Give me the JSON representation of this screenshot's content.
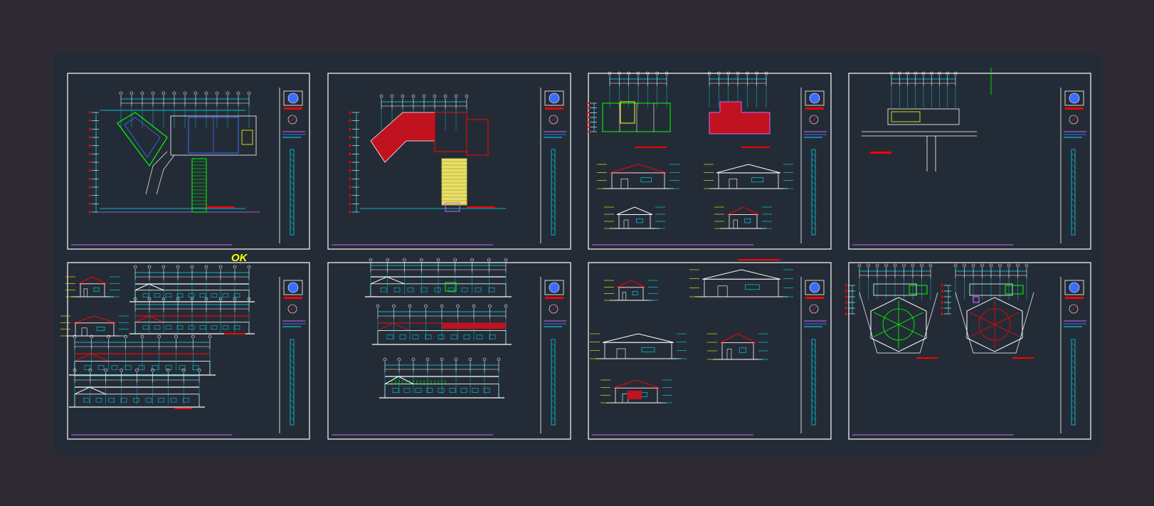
{
  "ok_label": "OK",
  "colors": {
    "outer_bg": "#2e2a33",
    "model_bg": "#232c36",
    "sheet_border": "#ffffff",
    "cyan": "#00e5ff",
    "yellow": "#ffff00",
    "red": "#ff0000",
    "green": "#00ff00",
    "magenta": "#cc66ff",
    "blue": "#3a6cff",
    "white": "#ffffff"
  },
  "sheets": [
    {
      "id": "sheet-1",
      "content": "site-plan"
    },
    {
      "id": "sheet-2",
      "content": "roof-plan"
    },
    {
      "id": "sheet-3",
      "content": "plans-and-sections"
    },
    {
      "id": "sheet-4",
      "content": "location-plan"
    },
    {
      "id": "sheet-5",
      "content": "elevations"
    },
    {
      "id": "sheet-6",
      "content": "elevations"
    },
    {
      "id": "sheet-7",
      "content": "sections"
    },
    {
      "id": "sheet-8",
      "content": "hexagonal-plans"
    }
  ]
}
